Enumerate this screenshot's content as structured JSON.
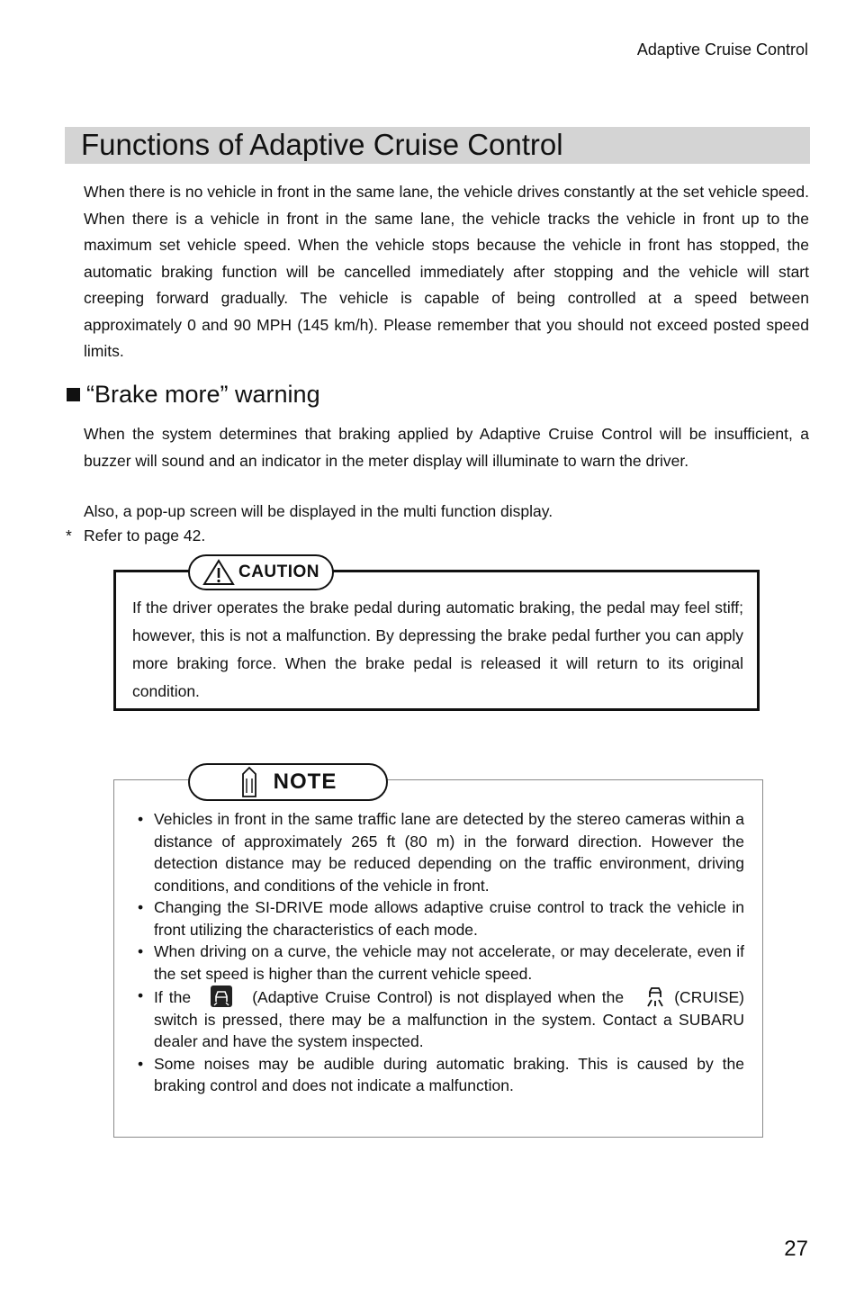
{
  "header": {
    "running_title": "Adaptive Cruise Control"
  },
  "section": {
    "title": "Functions of Adaptive Cruise Control",
    "intro": "When there is no vehicle in front in the same lane, the vehicle drives constantly at the set vehicle speed. When there is a vehicle in front in the same lane, the vehicle tracks the vehi­cle in front up to the maximum set vehicle speed. When the vehicle stops because the vehi­cle in front has stopped, the automatic braking function will be cancelled immediately after stopping and the vehicle will start creeping forward gradually. The vehicle is capable of being controlled at a speed between approximately 0 and 90 MPH (145 km/h). Please remember that you should not exceed posted speed limits."
  },
  "brake_warning": {
    "heading": "“Brake more” warning",
    "text": "When the system determines that braking applied by Adaptive Cruise Control will be insuffi­cient, a buzzer will sound and an indicator in the meter display will illuminate to warn the driver.",
    "popup": "Also, a pop-up screen will be displayed in the multi function display.",
    "ref_mark": "*",
    "ref_text": "Refer to page 42."
  },
  "caution": {
    "label": "CAUTION",
    "text": "If the driver operates the brake pedal during automatic braking, the pedal may feel stiff; however, this is not a malfunction. By depressing the brake pedal further you can apply more braking force. When the brake pedal is released it will return to its original condition."
  },
  "note": {
    "label": "NOTE",
    "bullet": "•",
    "items": [
      "Vehicles in front in the same traffic lane are detected by the stereo cam­eras within a distance of approximately 265 ft (80 m) in the forward direc­tion. However the detection distance may be reduced depending on the traffic environment, driving conditions, and conditions of the vehicle in front.",
      "Changing the SI-DRIVE mode allows adaptive cruise control to track the vehicle in front utilizing the characteristics of each mode.",
      "When driving on a curve, the vehicle may not accelerate, or may deceler­ate, even if the set speed is higher than the current vehicle speed."
    ],
    "item4": {
      "part1": "If the",
      "icon1": "acc-indicator-icon",
      "part2": "(Adaptive Cruise Control) is not displayed when the",
      "icon2": "cruise-switch-icon",
      "part3": "(CRUISE) switch is pressed, there may be a malfunction in the system. Contact a SUBARU dealer and have the system inspected."
    },
    "item5": "Some noises may be audible during automatic braking. This is caused by the braking control and does not indicate a malfunction."
  },
  "footer": {
    "page_number": "27"
  }
}
